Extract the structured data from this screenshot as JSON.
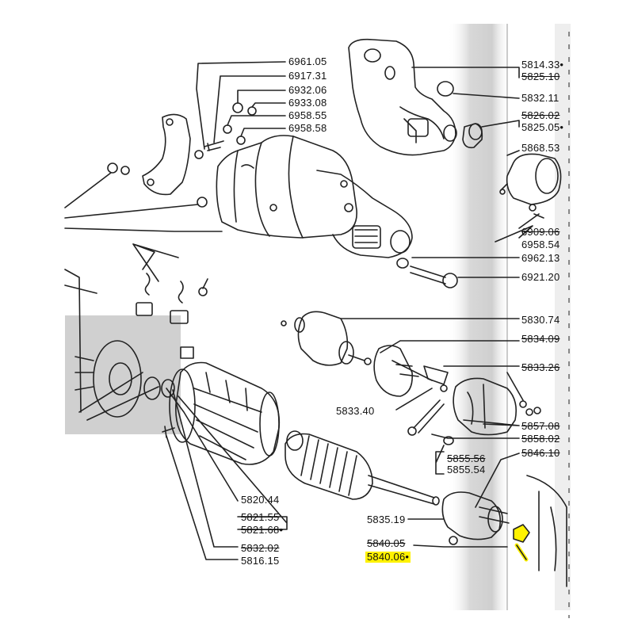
{
  "colors": {
    "line": "#222222",
    "highlight": "#fff200",
    "shade": "#c8c8c8",
    "page": "#ffffff"
  },
  "labels": {
    "p6961_05": "6961.05",
    "p6917_31": "6917.31",
    "p6932_06": "6932.06",
    "p6933_08": "6933.08",
    "p6958_55": "6958.55",
    "p6958_58": "6958.58",
    "p5814_33": "5814.33•",
    "p5825_10": "5825.10",
    "p5832_11": "5832.11",
    "p5826_02": "5826.02",
    "p5825_05": "5825.05•",
    "p5868_53": "5868.53",
    "p6909_06": "6909.06",
    "p6958_54": "6958.54",
    "p6962_13": "6962.13",
    "p6921_20": "6921.20",
    "p5830_74": "5830.74",
    "p5834_09": "5834.09",
    "p5833_26": "5833.26",
    "p5833_40": "5833.40",
    "p5857_08": "5857.08",
    "p5858_02": "5858.02",
    "p5855_56": "5855.56",
    "p5855_54": "5855.54",
    "p5846_10": "5846.10",
    "p5820_44": "5820.44",
    "p5821_55": "5821.55",
    "p5821_68": "5821.68•",
    "p5835_19": "5835.19",
    "p5840_05": "5840.05",
    "p5840_06": "5840.06•",
    "p5832_02": "5832.02",
    "p5816_15": "5816.15"
  }
}
